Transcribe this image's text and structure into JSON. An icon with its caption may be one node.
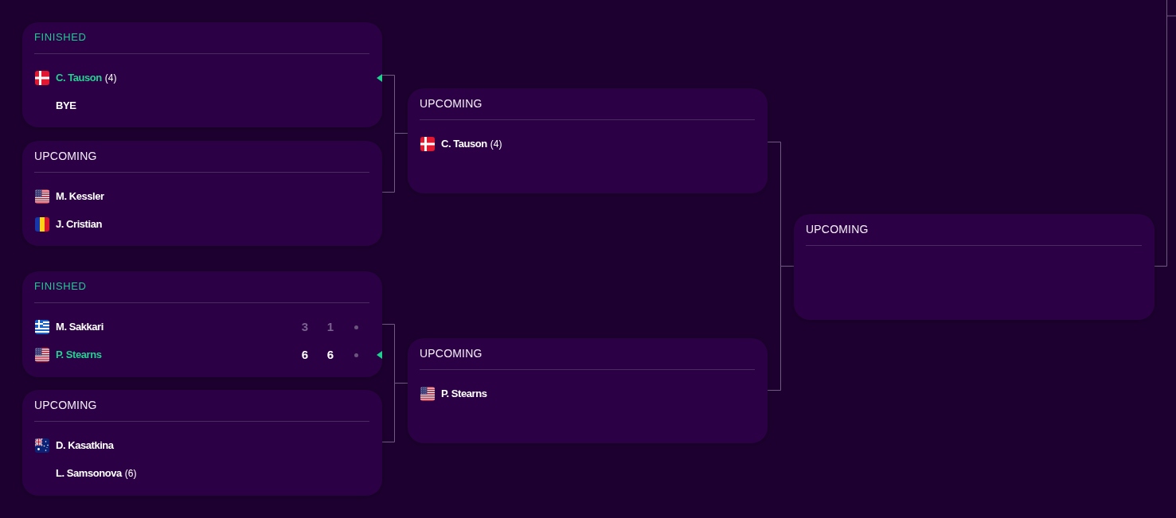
{
  "diagram": {
    "nodes": [
      {
        "text": [
          "FINISHED",
          "C. Tauson",
          "(4)",
          "BYE"
        ]
      },
      {
        "text": [
          "UPCOMING",
          "M. Kessler",
          "J. Cristian"
        ]
      },
      {
        "text": [
          "FINISHED",
          "M. Sakkari",
          "3",
          "1",
          "P. Stearns",
          "6",
          "6"
        ]
      },
      {
        "text": [
          "UPCOMING",
          "D. Kasatkina",
          "L. Samsonova",
          "(6)"
        ]
      },
      {
        "text": [
          "UPCOMING",
          "C. Tauson",
          "(4)"
        ]
      },
      {
        "text": [
          "UPCOMING",
          "P. Stearns"
        ]
      },
      {
        "text": [
          "UPCOMING"
        ]
      }
    ],
    "edges": [
      {
        "from": 0,
        "to": 4,
        "arrow": "none"
      },
      {
        "from": 1,
        "to": 4,
        "arrow": "none"
      },
      {
        "from": 2,
        "to": 5,
        "arrow": "none"
      },
      {
        "from": 3,
        "to": 5,
        "arrow": "none"
      },
      {
        "from": 4,
        "to": 6,
        "arrow": "none"
      },
      {
        "from": 5,
        "to": 6,
        "arrow": "none"
      },
      {
        "from": 6,
        "to": null,
        "arrow": "none"
      }
    ]
  }
}
